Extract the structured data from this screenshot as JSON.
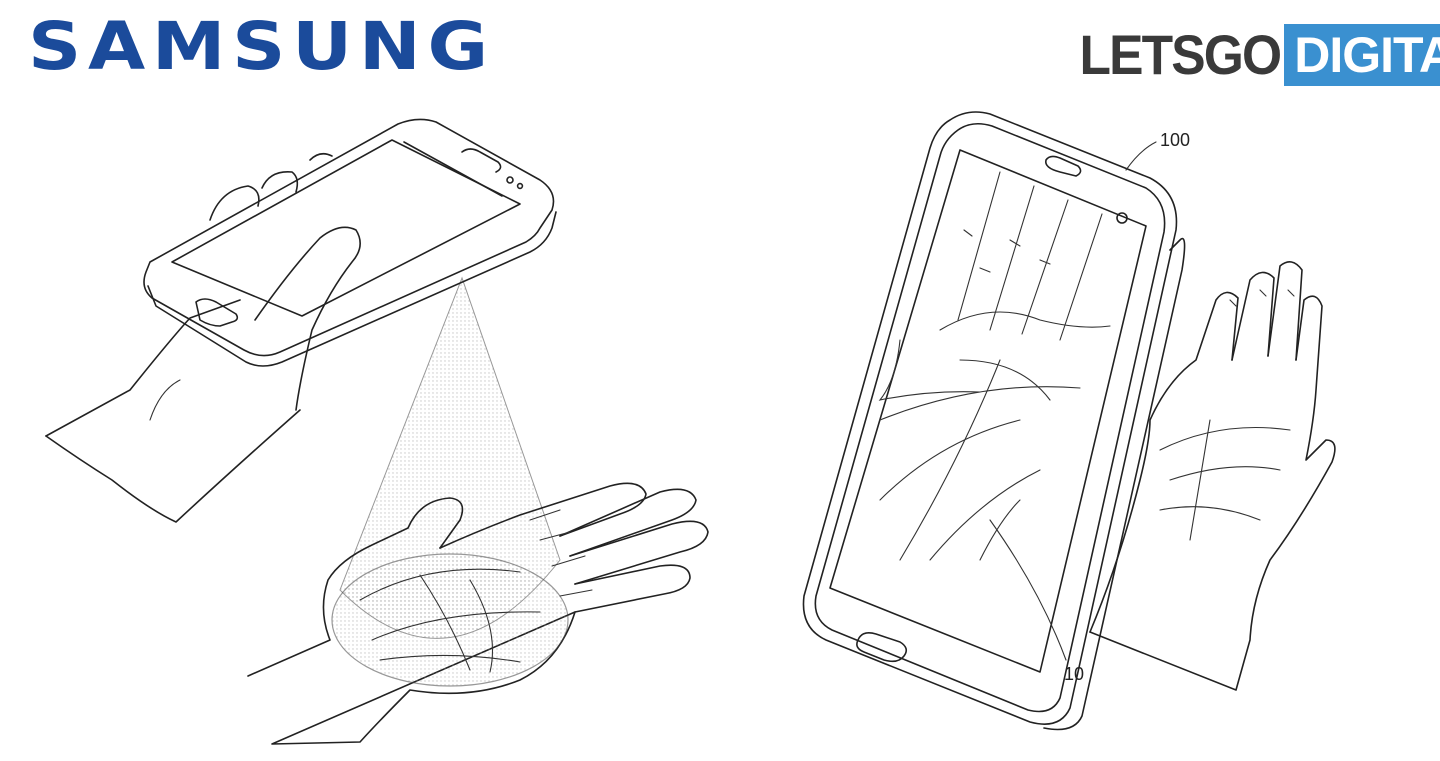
{
  "header": {
    "brand_left": "SAMSUNG",
    "brand_right_part1": "LETSGO",
    "brand_right_part2": "DIGITAL"
  },
  "figure": {
    "ref_device": "100",
    "ref_palm_image": "10"
  },
  "colors": {
    "samsung_blue": "#1b4b9b",
    "lgd_dark": "#3a3a3a",
    "lgd_blue": "#3a90d0",
    "line": "#222222"
  }
}
